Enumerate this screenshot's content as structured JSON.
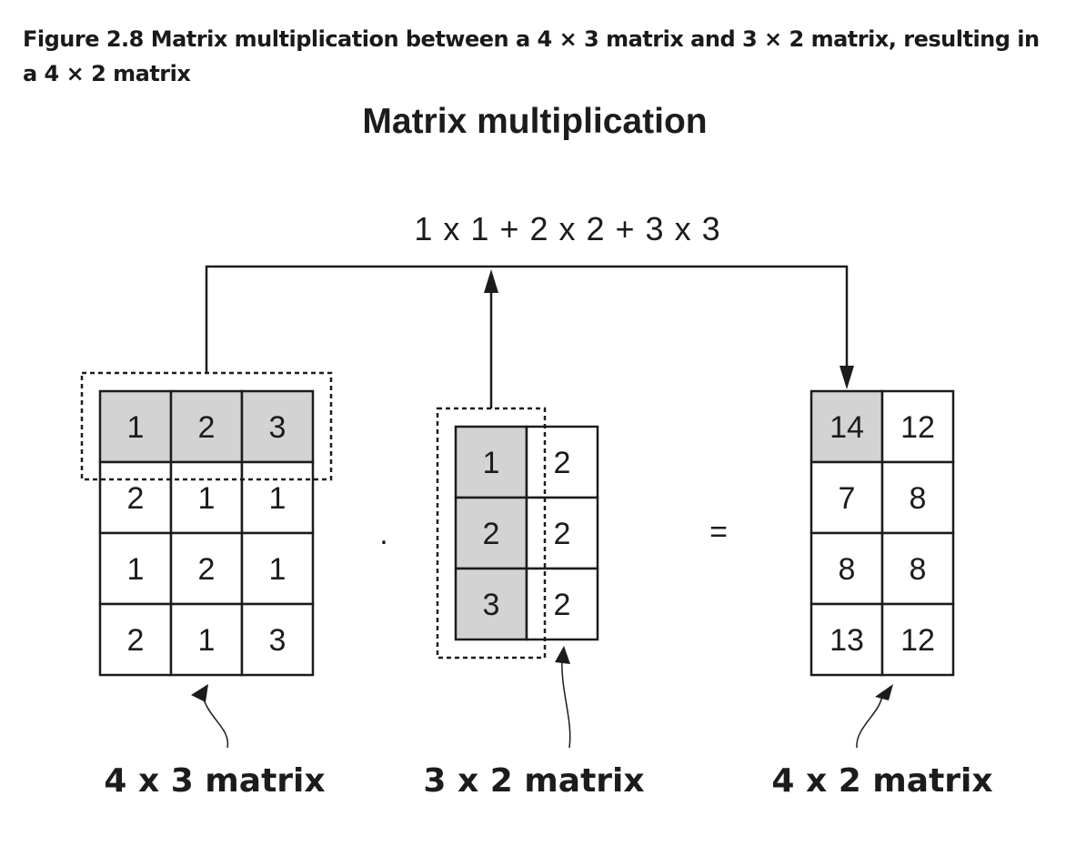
{
  "caption": "Figure 2.8 Matrix multiplication between a 4 × 3 matrix and 3 × 2 matrix, resulting in a 4 × 2 matrix",
  "diagram": {
    "title": "Matrix multiplication",
    "formula": "1 x 1 + 2 x 2 + 3 x 3",
    "dot_operator": ".",
    "equals_operator": "=",
    "highlight_color": "#d3d3d3",
    "line_color": "#1c1c1c",
    "matrix_a": {
      "label": "4 x 3 matrix",
      "rows": [
        [
          "1",
          "2",
          "3"
        ],
        [
          "2",
          "1",
          "1"
        ],
        [
          "1",
          "2",
          "1"
        ],
        [
          "2",
          "1",
          "3"
        ]
      ],
      "highlighted_row": 0
    },
    "matrix_b": {
      "label": "3 x 2 matrix",
      "rows": [
        [
          "1",
          "2"
        ],
        [
          "2",
          "2"
        ],
        [
          "3",
          "2"
        ]
      ],
      "highlighted_column": 0
    },
    "matrix_c": {
      "label": "4 x 2 matrix",
      "rows": [
        [
          "14",
          "12"
        ],
        [
          "7",
          "8"
        ],
        [
          "8",
          "8"
        ],
        [
          "13",
          "12"
        ]
      ],
      "highlighted_cell": [
        0,
        0
      ]
    }
  }
}
